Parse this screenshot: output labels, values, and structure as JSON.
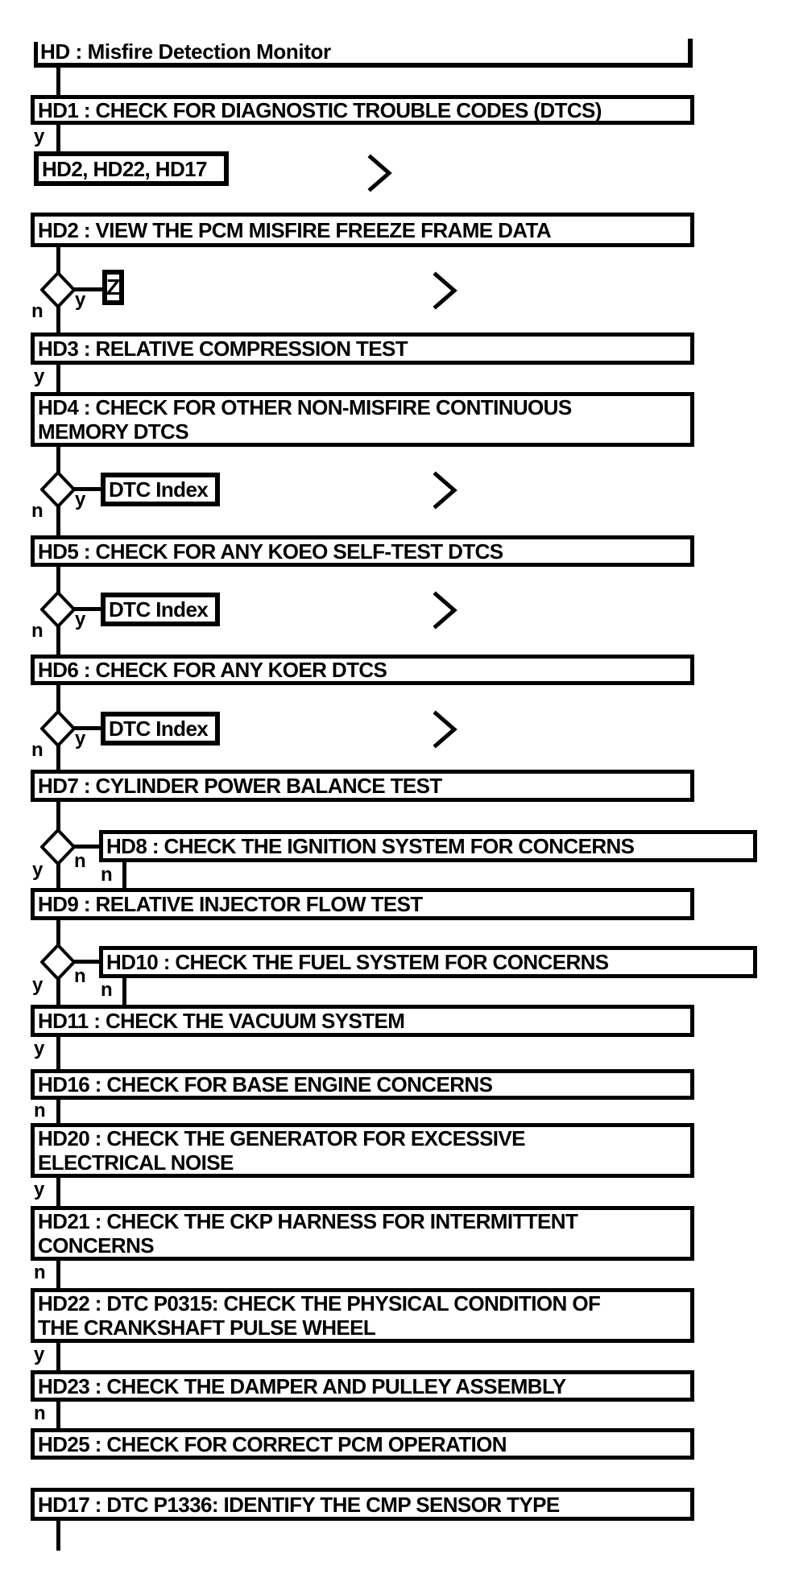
{
  "title": "HD : Misfire Detection Monitor",
  "branch": {
    "yes": "y",
    "no": "n"
  },
  "colors": {
    "line": "#000000",
    "background": "#ffffff"
  },
  "icons": {
    "continuation": "chevron-right-icon",
    "decision": "diamond-outline"
  },
  "nodes": {
    "goto1": "HD2, HD22, HD17",
    "z": "Z",
    "dtc_index": "DTC Index",
    "hd1": "HD1 : CHECK FOR DIAGNOSTIC TROUBLE CODES (DTCS)",
    "hd2": "HD2 : VIEW THE PCM MISFIRE FREEZE FRAME DATA",
    "hd3": "HD3 : RELATIVE COMPRESSION TEST",
    "hd4": "HD4 : CHECK FOR OTHER NON-MISFIRE CONTINUOUS\nMEMORY DTCS",
    "hd5": "HD5 : CHECK FOR ANY KOEO SELF-TEST DTCS",
    "hd6": "HD6 : CHECK FOR ANY KOER DTCS",
    "hd7": "HD7 : CYLINDER POWER BALANCE TEST",
    "hd8": "HD8 : CHECK THE IGNITION SYSTEM FOR CONCERNS",
    "hd9": "HD9 : RELATIVE INJECTOR FLOW TEST",
    "hd10": "HD10 : CHECK THE FUEL SYSTEM FOR CONCERNS",
    "hd11": "HD11 : CHECK THE VACUUM SYSTEM",
    "hd16": "HD16 : CHECK FOR BASE ENGINE CONCERNS",
    "hd20": "HD20 : CHECK THE GENERATOR FOR EXCESSIVE\nELECTRICAL NOISE",
    "hd21": "HD21 : CHECK THE CKP HARNESS FOR INTERMITTENT\nCONCERNS",
    "hd22": "HD22 : DTC P0315: CHECK THE PHYSICAL CONDITION OF\nTHE CRANKSHAFT PULSE WHEEL",
    "hd23": "HD23 : CHECK THE DAMPER AND PULLEY ASSEMBLY",
    "hd25": "HD25 : CHECK FOR CORRECT PCM OPERATION",
    "hd17": "HD17 : DTC P1336: IDENTIFY THE CMP SENSOR TYPE"
  }
}
